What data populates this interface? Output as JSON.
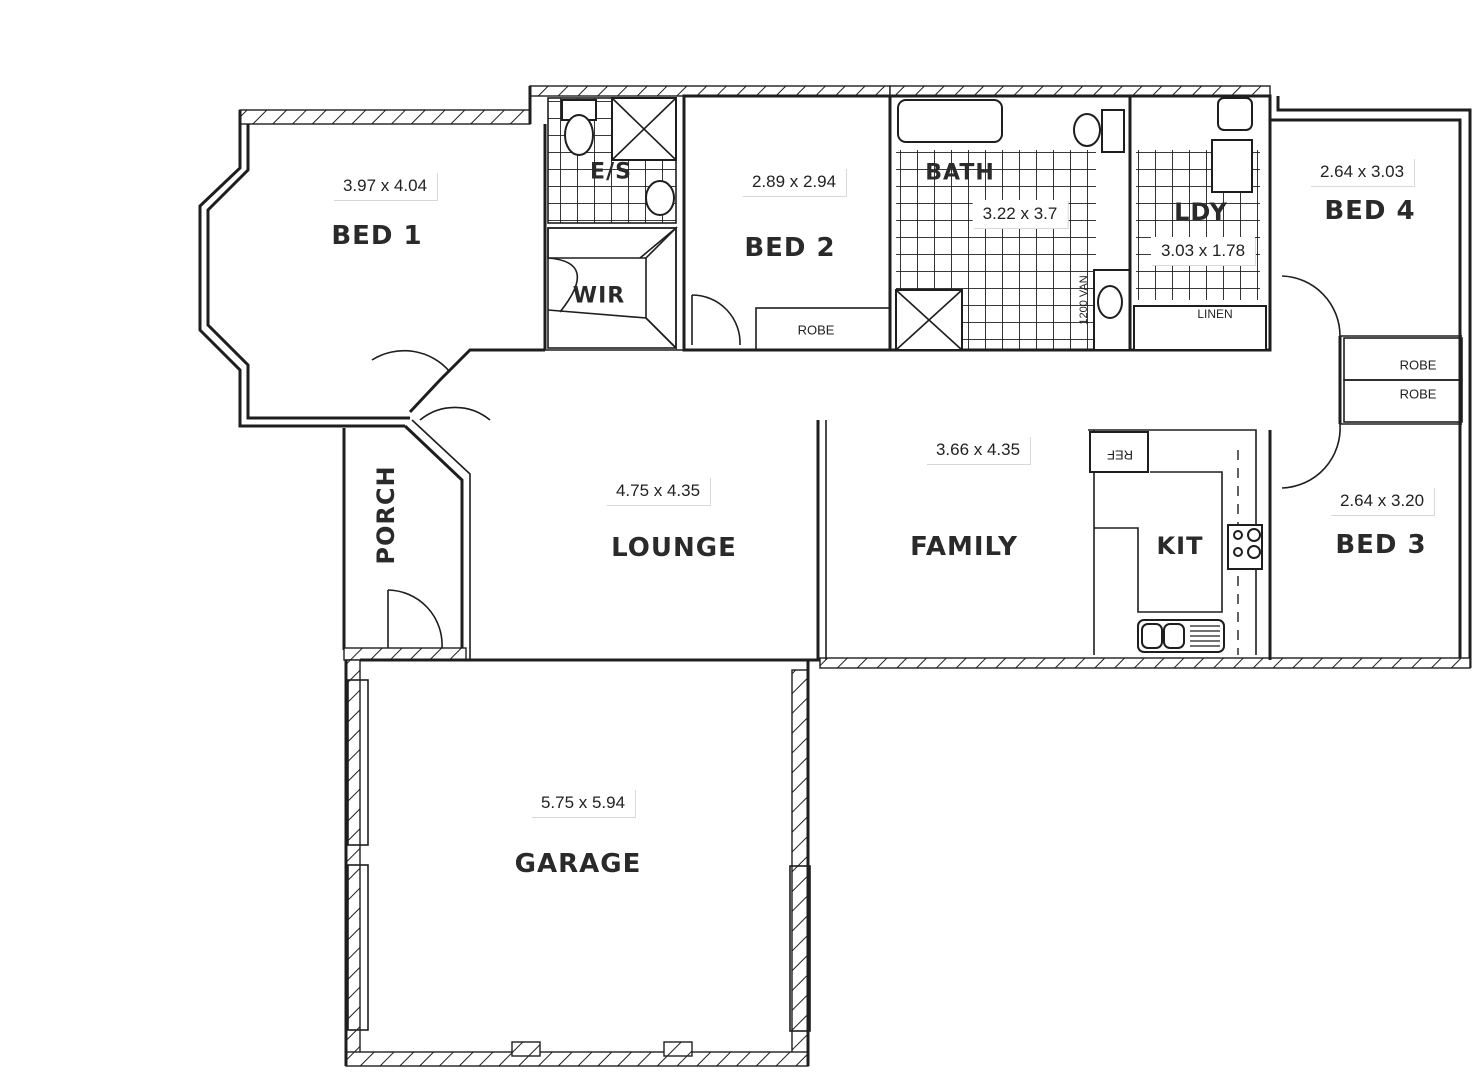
{
  "plan": {
    "rooms": [
      {
        "id": "bed1",
        "label": "BED 1",
        "dims": "3.97 x 4.04"
      },
      {
        "id": "es",
        "label": "E/S"
      },
      {
        "id": "wir",
        "label": "WIR"
      },
      {
        "id": "bed2",
        "label": "BED 2",
        "dims": "2.89 x 2.94"
      },
      {
        "id": "bath",
        "label": "BATH",
        "dims": "3.22 x 3.7"
      },
      {
        "id": "ldy",
        "label": "LDY",
        "dims": "3.03 x 1.78"
      },
      {
        "id": "bed4",
        "label": "BED 4",
        "dims": "2.64 x 3.03"
      },
      {
        "id": "bed3",
        "label": "BED 3",
        "dims": "2.64 x 3.20"
      },
      {
        "id": "porch",
        "label": "PORCH"
      },
      {
        "id": "lounge",
        "label": "LOUNGE",
        "dims": "4.75 x 4.35"
      },
      {
        "id": "family",
        "label": "FAMILY",
        "dims": "3.66 x 4.35"
      },
      {
        "id": "kit",
        "label": "KIT"
      },
      {
        "id": "garage",
        "label": "GARAGE",
        "dims": "5.75 x 5.94"
      }
    ],
    "fixtures": {
      "robe_bed2": "ROBE",
      "robe_bed4": "ROBE",
      "robe_bed3": "ROBE",
      "linen": "LINEN",
      "vanity": "1200 VAN",
      "ref": "REF"
    }
  }
}
